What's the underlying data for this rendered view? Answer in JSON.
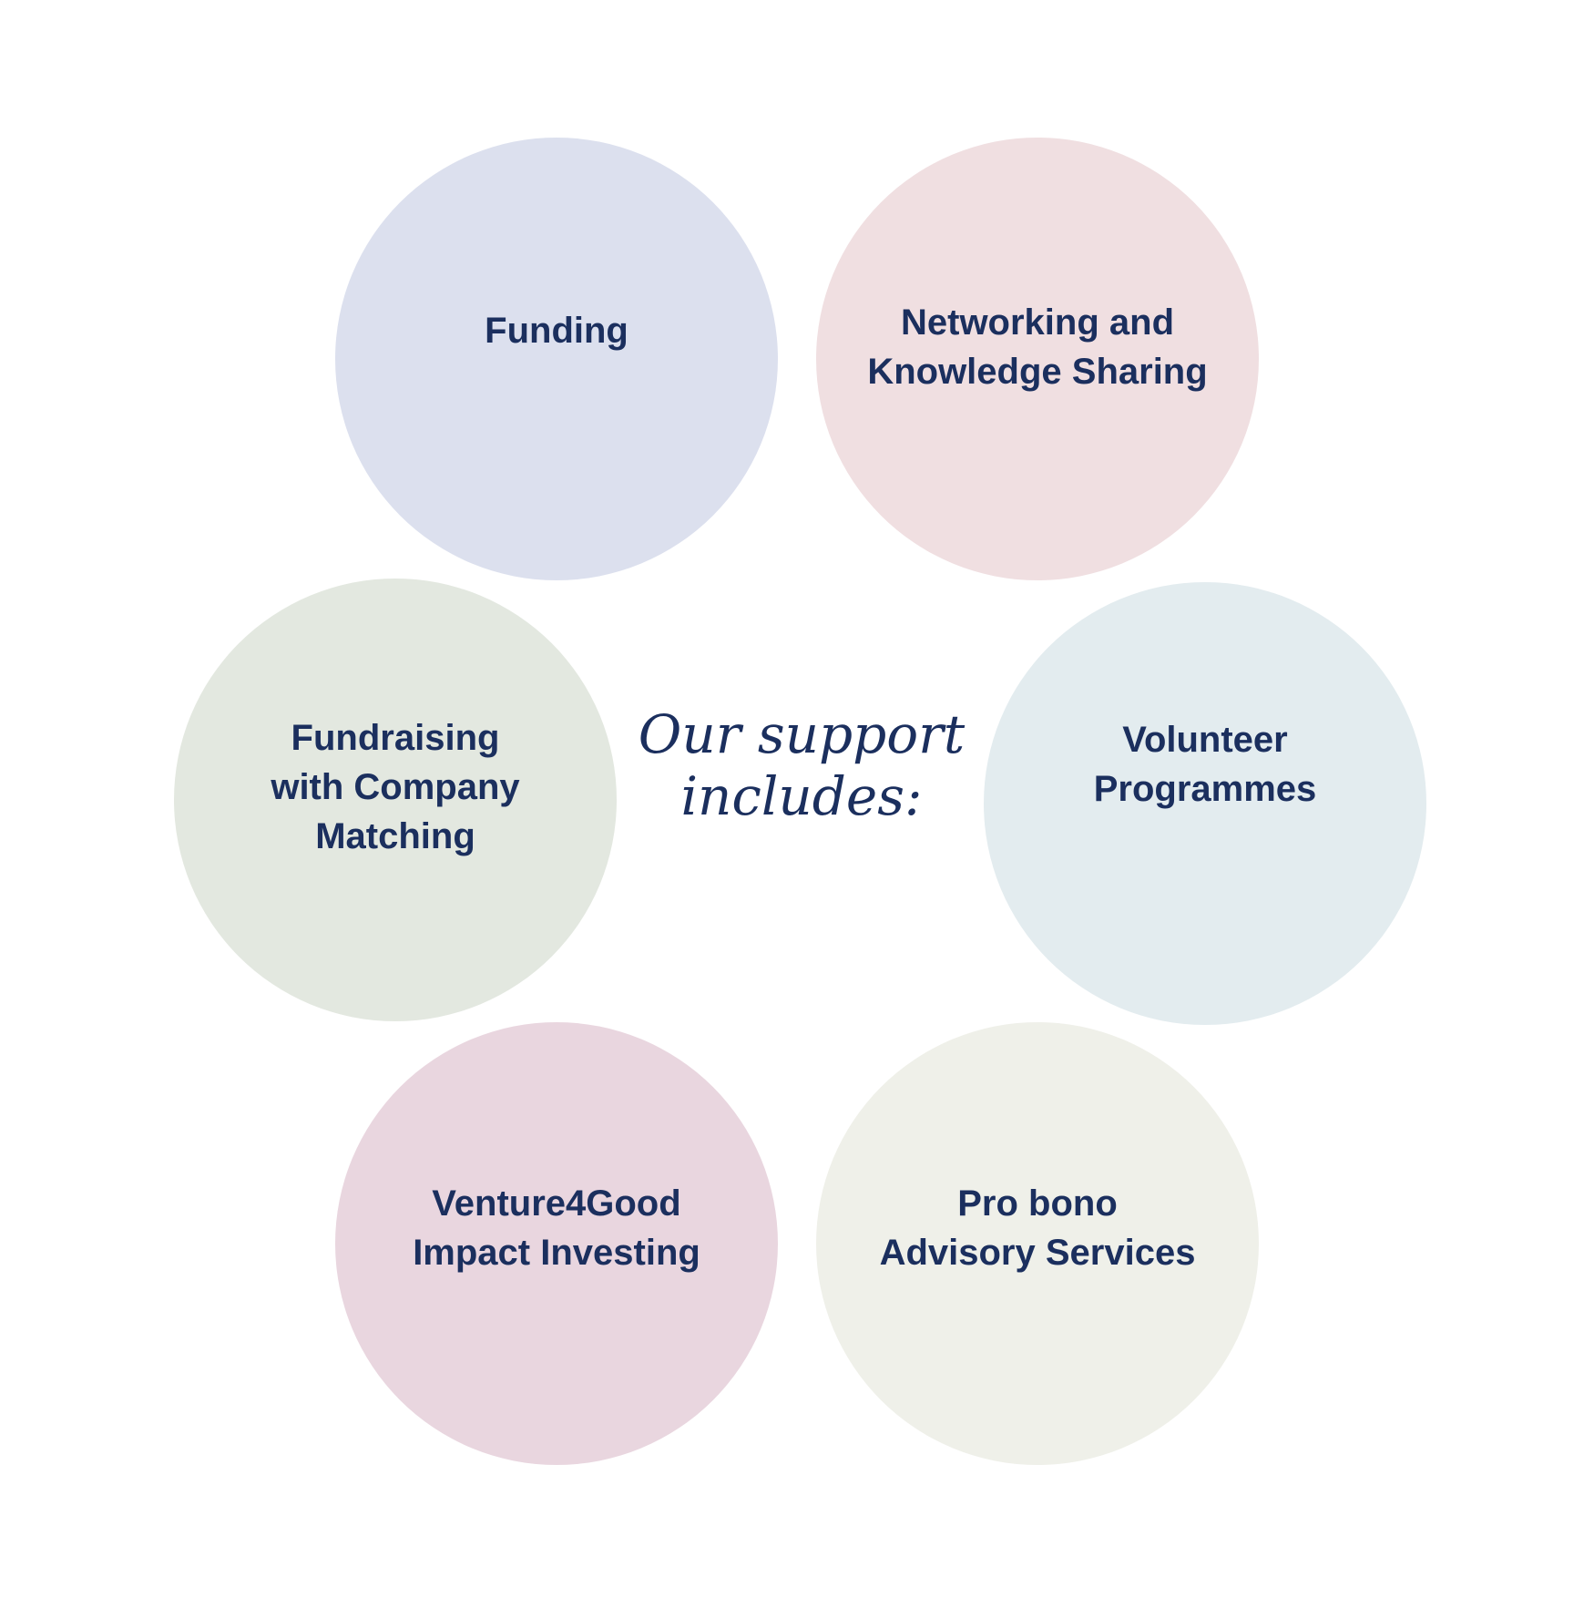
{
  "diagram": {
    "center_title": "Our support\nincludes:",
    "items": [
      {
        "id": "funding",
        "label": "Funding",
        "color": "#dce0ee"
      },
      {
        "id": "networking",
        "label": "Networking and\nKnowledge Sharing",
        "color": "#f0dfe1"
      },
      {
        "id": "fundraising",
        "label": "Fundraising\nwith Company\nMatching",
        "color": "#e3e8e0"
      },
      {
        "id": "volunteer",
        "label": "Volunteer\nProgrammes",
        "color": "#e3ecef"
      },
      {
        "id": "venture",
        "label": "Venture4Good\nImpact Investing",
        "color": "#e9d6df"
      },
      {
        "id": "probono",
        "label": "Pro bono\nAdvisory Services",
        "color": "#eff0e9"
      }
    ],
    "text_color": "#1b2f5e"
  }
}
